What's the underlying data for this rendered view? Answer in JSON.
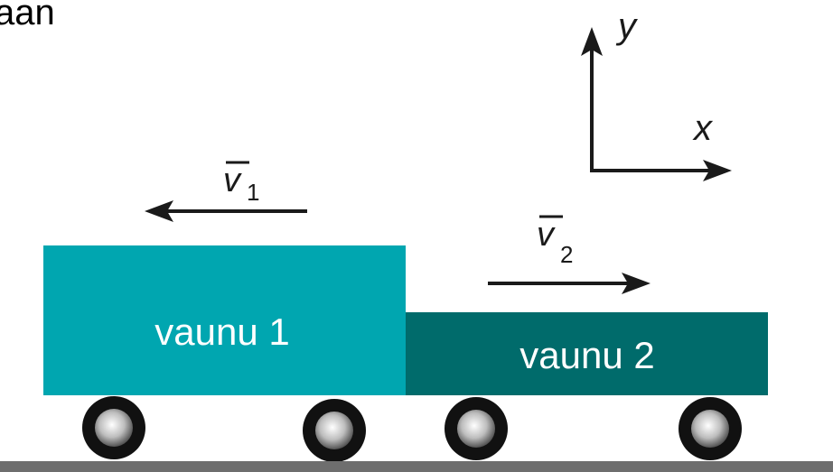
{
  "heading_fragment": "aan",
  "axes": {
    "y_label": "y",
    "x_label": "x"
  },
  "velocity_1": {
    "symbol": "v",
    "subscript": "1",
    "direction": "left"
  },
  "velocity_2": {
    "symbol": "v",
    "subscript": "2",
    "direction": "right"
  },
  "cart_1": {
    "label": "vaunu 1",
    "color": "#00a6b0"
  },
  "cart_2": {
    "label": "vaunu 2",
    "color": "#006b6b"
  },
  "colors": {
    "arrow": "#1a1a1a",
    "ground": "#6e6e6e",
    "wheel_rim": "#111111",
    "wheel_hub_light": "#ffffff",
    "wheel_hub_dark": "#555555"
  }
}
